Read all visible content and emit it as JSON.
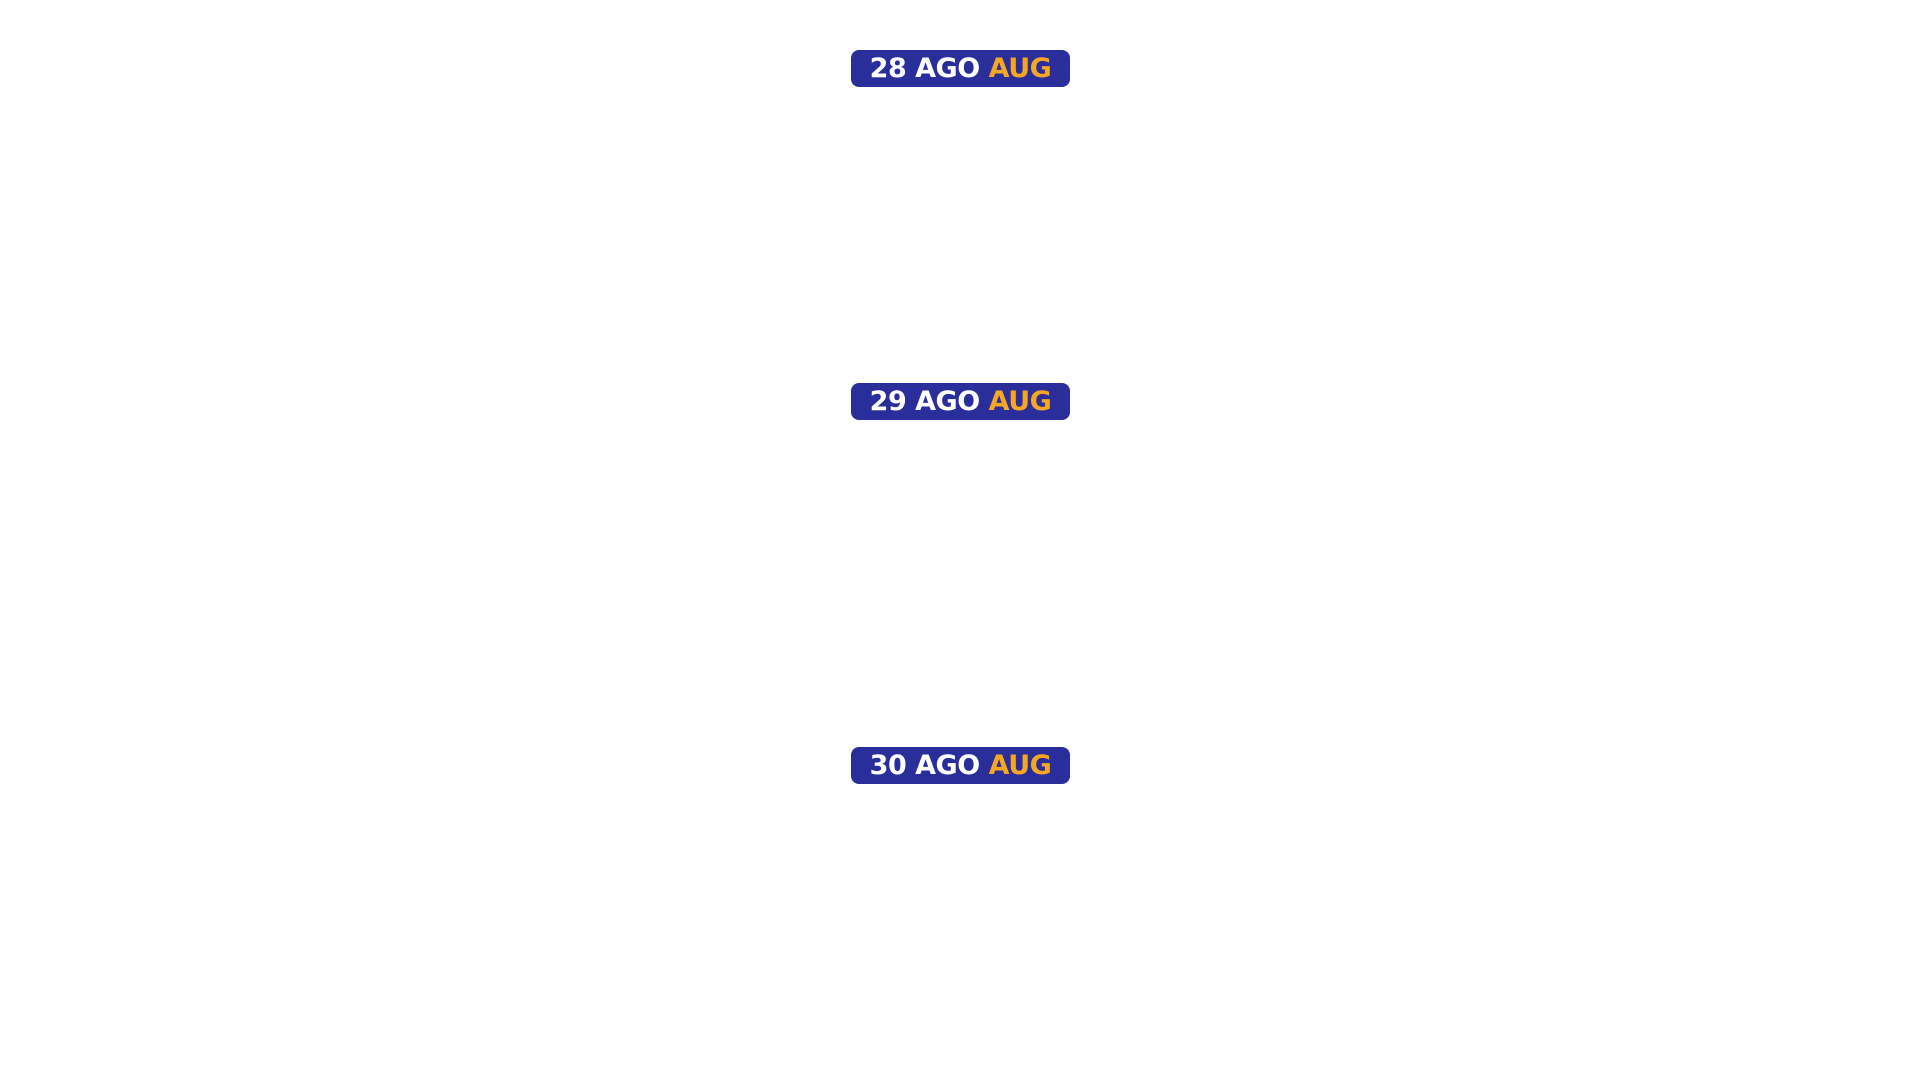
{
  "colors": {
    "background": "#ffffff",
    "badge": "#2a2e9b",
    "primary_text": "#ffffff",
    "accent_text": "#f5a623"
  },
  "dates": [
    {
      "label_it": "28 AGO",
      "label_en": "AUG"
    },
    {
      "label_it": "29 AGO",
      "label_en": "AUG"
    },
    {
      "label_it": "30 AGO",
      "label_en": "AUG"
    }
  ]
}
